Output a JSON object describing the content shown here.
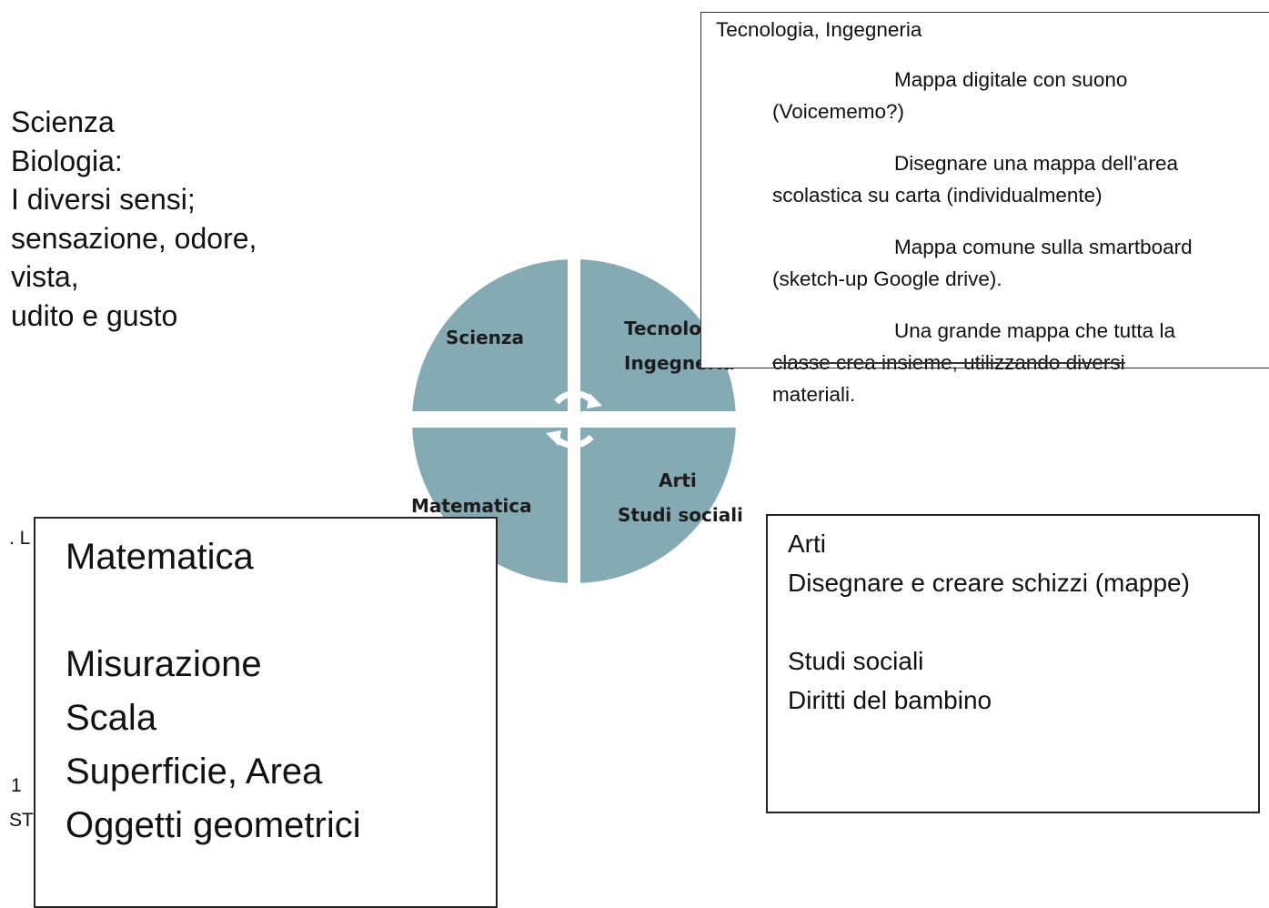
{
  "science_panel": {
    "lines": [
      "Scienza",
      "Biologia:",
      "I diversi sensi;",
      "sensazione, odore,",
      "vista,",
      "udito e gusto"
    ]
  },
  "diagram": {
    "quadrant_color": "#84aab4",
    "quadrants": {
      "top_left": "Scienza",
      "top_right_line1": "Tecnologia,",
      "top_right_line2": "Ingegneria",
      "bottom_left": "Matematica",
      "bottom_right_line1": "Arti",
      "bottom_right_line2": "Studi sociali"
    },
    "center_icon": "cycle-arrows-icon"
  },
  "tech_panel": {
    "title": "Tecnologia, Ingegneria",
    "items": [
      {
        "line1": "Mappa digitale con suono",
        "line2": "(Voicememo?)"
      },
      {
        "line1": "Disegnare una mappa dell'area",
        "line2": "scolastica su carta (individualmente)"
      },
      {
        "line1": "Mappa comune sulla smartboard",
        "line2": "(sketch-up Google drive)."
      },
      {
        "line1": "Una grande mappa che tutta la",
        "line2": "classe crea insieme, utilizzando diversi",
        "line3": "materiali."
      }
    ]
  },
  "left_fragments": {
    "frag1": ". L",
    "frag2": "1",
    "frag3": "ST"
  },
  "math_panel": {
    "lines": [
      "Matematica",
      "",
      "Misurazione",
      "Scala",
      "Superficie, Area",
      "Oggetti geometrici"
    ]
  },
  "arts_panel": {
    "lines": [
      "Arti",
      "Disegnare e creare schizzi (mappe)",
      "",
      "Studi sociali",
      "Diritti del bambino"
    ]
  }
}
